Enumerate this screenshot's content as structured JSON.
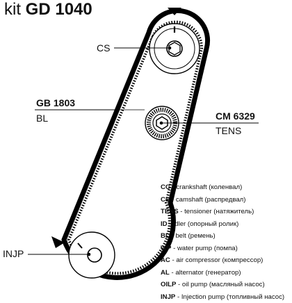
{
  "title": {
    "prefix": "kit",
    "code": "GD 1040"
  },
  "parts": {
    "gb": {
      "code": "GB 1803",
      "type": "BL"
    },
    "cm": {
      "code": "CM 6329",
      "type": "TENS"
    }
  },
  "pulleys": {
    "cs": "CS",
    "injp": "INJP"
  },
  "legend": [
    {
      "abbr": "CC",
      "text": " - crankshaft (коленвал)"
    },
    {
      "abbr": "CS",
      "text": " - camshaft (распредвал)"
    },
    {
      "abbr": "TENS",
      "text": " - tensioner (натяжитель)"
    },
    {
      "abbr": "ID",
      "text": " - idler (опорный ролик)"
    },
    {
      "abbr": "BL",
      "text": " - belt (ремень)"
    },
    {
      "abbr": "WP",
      "text": " - water pump (помпа)"
    },
    {
      "abbr": "AC",
      "text": " - air compressor (компрессор)"
    },
    {
      "abbr": "AL",
      "text": " - alternator (генератор)"
    },
    {
      "abbr": "OILP",
      "text": " - oil pump (масляный насос)"
    },
    {
      "abbr": "INJP",
      "text": " - Injection pump (топливный насос)"
    }
  ]
}
